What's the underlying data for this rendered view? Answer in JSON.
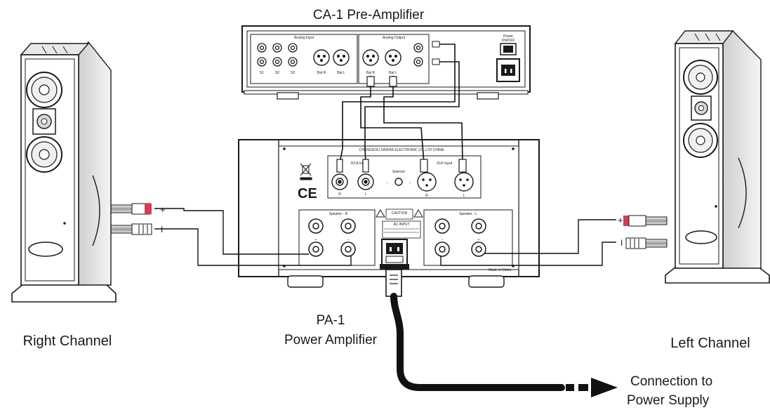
{
  "labels": {
    "preamp_title": "CA-1 Pre-Amplifier",
    "power_amp_line1": "PA-1",
    "power_amp_line2": "Power Amplifier",
    "right_channel": "Right Channel",
    "left_channel": "Left Channel",
    "supply_line1": "Connection to",
    "supply_line2": "Power Supply"
  },
  "preamp_panel": {
    "analog_input": "Analog Input",
    "analog_output": "Analog Output",
    "inputs": [
      "S1",
      "S2",
      "S3"
    ],
    "bal_r": "Bal R",
    "bal_l": "Bal L",
    "power": "Power",
    "on_off": "ON/OFF"
  },
  "amp_panel": {
    "maker": "CHENGDOU SINDAK ELECTRONIC CO.,LTD CHINA",
    "rca_input": "RCA Input",
    "xlr_input": "XLR Input",
    "selector": "Selector",
    "r": "R",
    "l": "L",
    "ce": "CE",
    "speaker_r": "Speaker - R",
    "speaker_l": "Speaker - L",
    "caution": "CAUTION",
    "ac_input": "AC INPUT",
    "made_in": "Made in China"
  },
  "wire_signs": {
    "plus": "+",
    "minus": "I"
  },
  "colors": {
    "ink": "#1a1a1a",
    "speaker_cap_red": "#d23c5a",
    "cable": "#111111"
  }
}
